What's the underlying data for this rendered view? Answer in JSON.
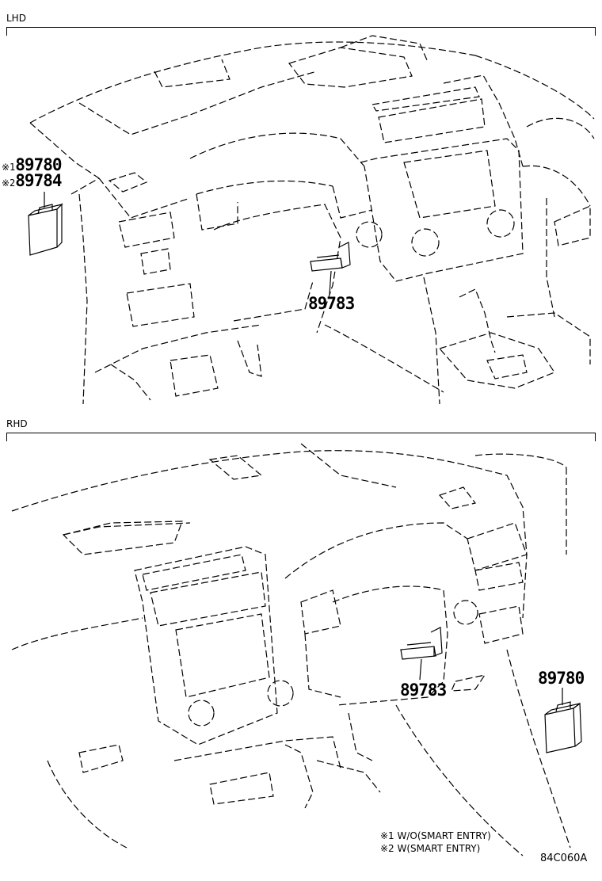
{
  "sections": {
    "lhd": {
      "label": "LHD"
    },
    "rhd": {
      "label": "RHD"
    }
  },
  "parts": {
    "lhd_89780": {
      "mark": "※1",
      "number": "89780"
    },
    "lhd_89784": {
      "mark": "※2",
      "number": "89784"
    },
    "lhd_89783": {
      "number": "89783"
    },
    "rhd_89783": {
      "number": "89783"
    },
    "rhd_89780": {
      "number": "89780"
    }
  },
  "legend": [
    "※1 W/O(SMART ENTRY)",
    "※2 W(SMART ENTRY)"
  ],
  "figure_code": "84C060A"
}
